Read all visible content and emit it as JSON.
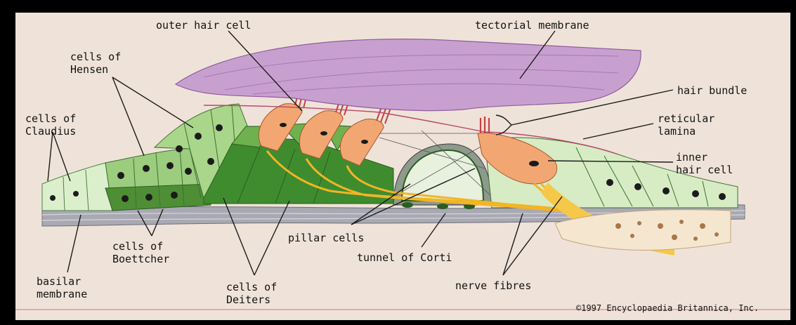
{
  "labels": {
    "outer_hair_cell": "outer hair cell",
    "tectorial_membrane": "tectorial membrane",
    "cells_of_hensen": "cells of\nHensen",
    "hair_bundle": "hair bundle",
    "cells_of_claudius": "cells of\nClaudius",
    "reticular_lamina": "reticular\nlamina",
    "inner_hair_cell": "inner\nhair cell",
    "pillar_cells": "pillar cells",
    "cells_of_boettcher": "cells of\nBoettcher",
    "tunnel_of_corti": "tunnel of Corti",
    "basilar_membrane": "basilar\nmembrane",
    "cells_of_deiters": "cells of\nDeiters",
    "nerve_fibres": "nerve fibres"
  },
  "copyright": "©1997 Encyclopaedia Britannica, Inc.",
  "colors": {
    "background": "#efe3d9",
    "tectorial_membrane": "#c8a0d0",
    "support_cells_light": "#cfe6bd",
    "support_cells_mid": "#8fc26f",
    "deiters_dark": "#3d8c2e",
    "hair_cell": "#f2a772",
    "nerve": "#f2b526",
    "basilar": "#9a9aa6"
  }
}
